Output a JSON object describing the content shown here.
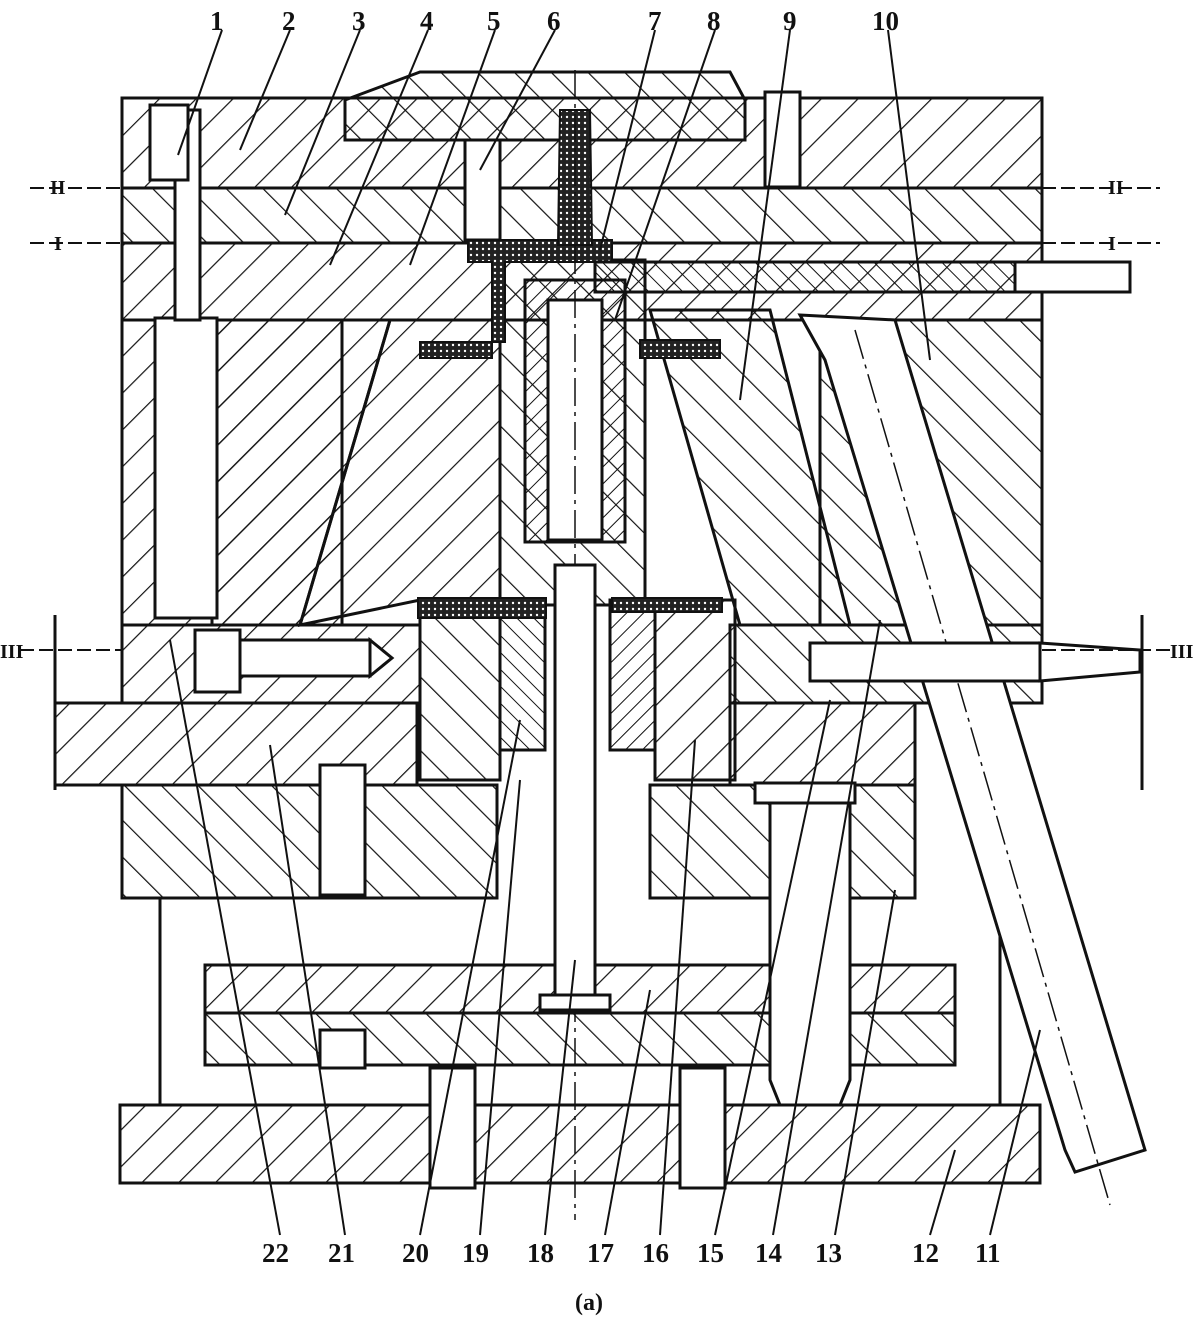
{
  "figure": {
    "caption": "(a)",
    "top_labels": [
      "1",
      "2",
      "3",
      "4",
      "5",
      "6",
      "7",
      "8",
      "9",
      "10"
    ],
    "bottom_labels": [
      "22",
      "21",
      "20",
      "19",
      "18",
      "17",
      "16",
      "15",
      "14",
      "13",
      "12",
      "11"
    ],
    "sections": {
      "left_II": "II",
      "left_I": "I",
      "left_III": "III",
      "right_II": "II",
      "right_I": "I",
      "right_III": "III"
    }
  }
}
